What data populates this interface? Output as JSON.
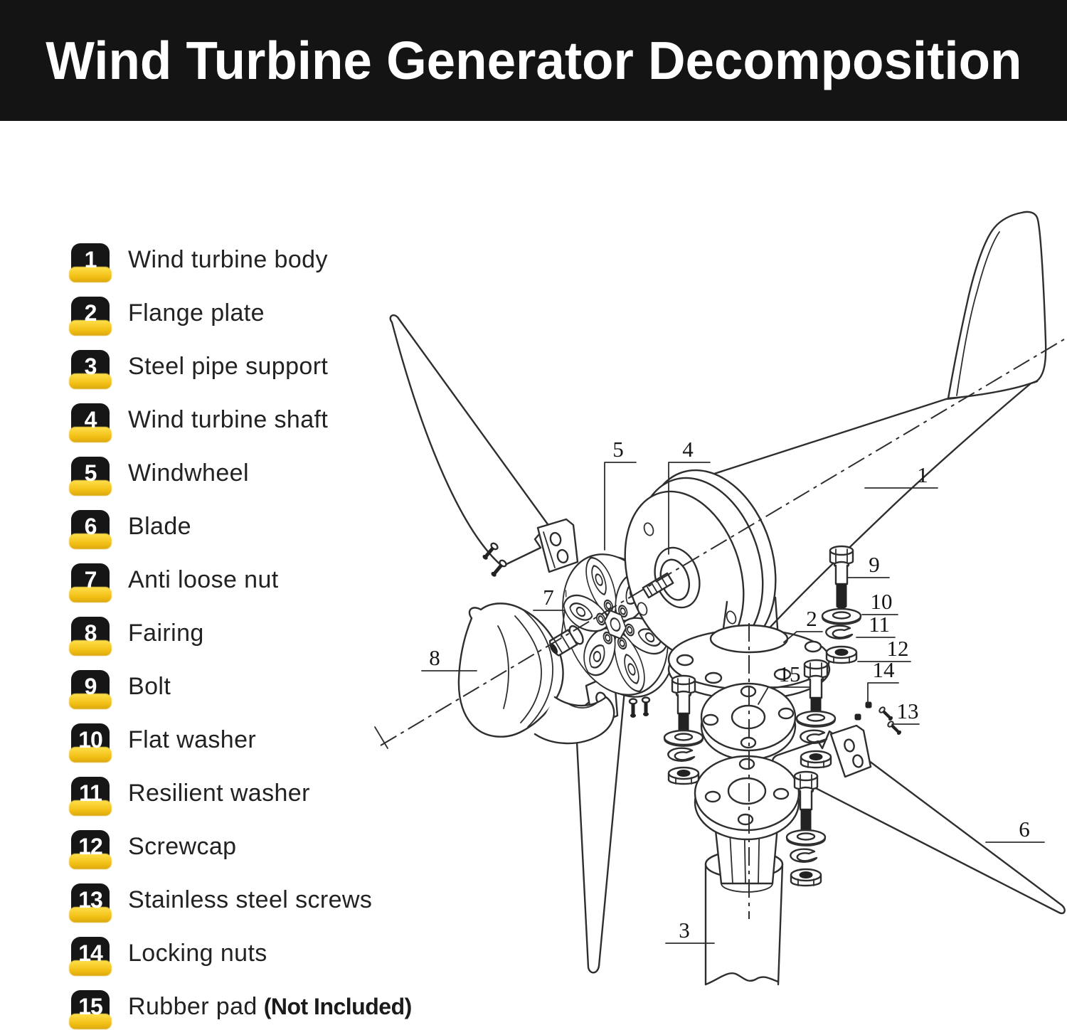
{
  "header": {
    "title": "Wind Turbine Generator Decomposition",
    "bg_color": "#141414",
    "text_color": "#ffffff"
  },
  "legend": {
    "badge_bg": "#161616",
    "badge_text": "#ffffff",
    "badge_accent": "#f2bf14",
    "items": [
      {
        "number": "1",
        "label": "Wind turbine body"
      },
      {
        "number": "2",
        "label": "Flange plate"
      },
      {
        "number": "3",
        "label": "Steel pipe support"
      },
      {
        "number": "4",
        "label": "Wind turbine shaft"
      },
      {
        "number": "5",
        "label": "Windwheel"
      },
      {
        "number": "6",
        "label": "Blade"
      },
      {
        "number": "7",
        "label": "Anti loose nut"
      },
      {
        "number": "8",
        "label": "Fairing"
      },
      {
        "number": "9",
        "label": "Bolt"
      },
      {
        "number": "10",
        "label": "Flat washer"
      },
      {
        "number": "11",
        "label": "Resilient washer"
      },
      {
        "number": "12",
        "label": "Screwcap"
      },
      {
        "number": "13",
        "label": "Stainless steel screws"
      },
      {
        "number": "14",
        "label": "Locking nuts"
      },
      {
        "number": "15",
        "label": "Rubber pad",
        "suffix": "(Not Included)"
      }
    ]
  },
  "diagram": {
    "line_color": "#2e2e2e",
    "callouts": {
      "c1": "1",
      "c2": "2",
      "c3": "3",
      "c4": "4",
      "c5": "5",
      "c6": "6",
      "c7": "7",
      "c8": "8",
      "c9": "9",
      "c10": "10",
      "c11": "11",
      "c12": "12",
      "c13": "13",
      "c14": "14",
      "c15": "15"
    }
  }
}
